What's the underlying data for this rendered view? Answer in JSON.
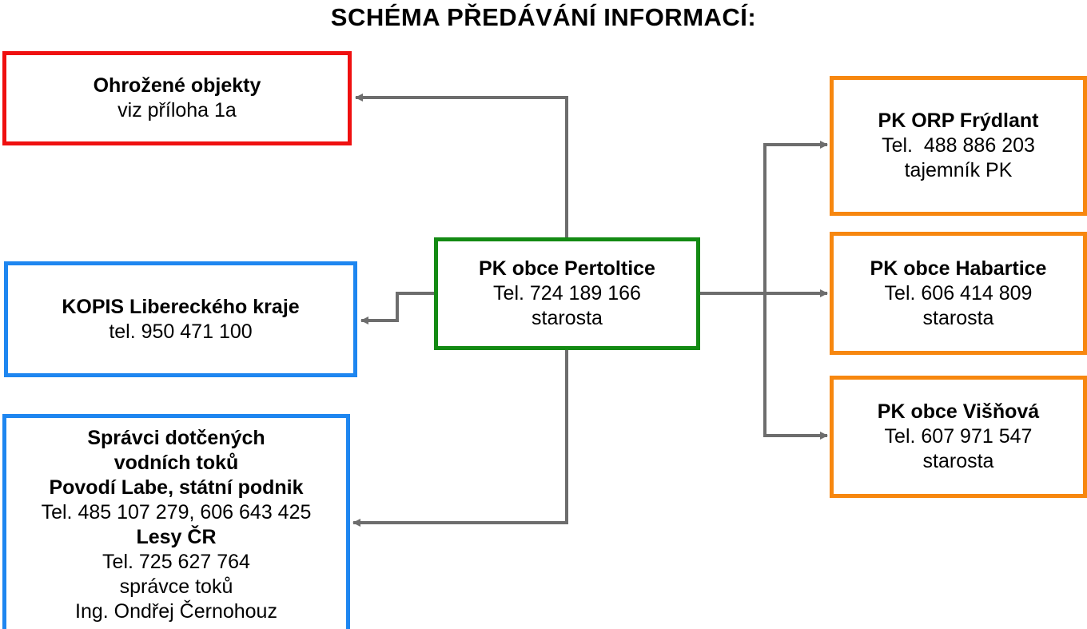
{
  "title": "SCHÉMA PŘEDÁVÁNÍ INFORMACÍ:",
  "colors": {
    "threatened": "#ef1010",
    "kopis": "#1e86f0",
    "center": "#138a13",
    "neighbors": "#f7870f",
    "arrows": "#6d6d6d"
  },
  "center": {
    "name": "PK obce Pertoltice",
    "tel": "Tel. 724 189 166",
    "role": "starosta"
  },
  "threatened": {
    "name": "Ohrožené objekty",
    "note": "viz příloha 1a"
  },
  "kopis": {
    "name": "KOPIS Libereckého kraje",
    "tel": "tel. 950 471 100"
  },
  "watercourses": {
    "line1": "Správci dotčených",
    "line2": "vodních toků",
    "org1": "Povodí Labe, státní podnik",
    "org1_tel": "Tel. 485 107 279, 606 643 425",
    "org2": "Lesy ČR",
    "org2_tel": "Tel. 725 627 764",
    "org2_role": "správce toků",
    "org2_person": "Ing. Ondřej Černohouz"
  },
  "orp": {
    "name": "PK ORP Frýdlant",
    "tel": "Tel.  488 886 203",
    "role": "tajemník PK"
  },
  "habartice": {
    "name": "PK obce Habartice",
    "tel": "Tel. 606 414 809",
    "role": "starosta"
  },
  "visnova": {
    "name": "PK obce Višňová",
    "tel": "Tel. 607 971 547",
    "role": "starosta"
  }
}
